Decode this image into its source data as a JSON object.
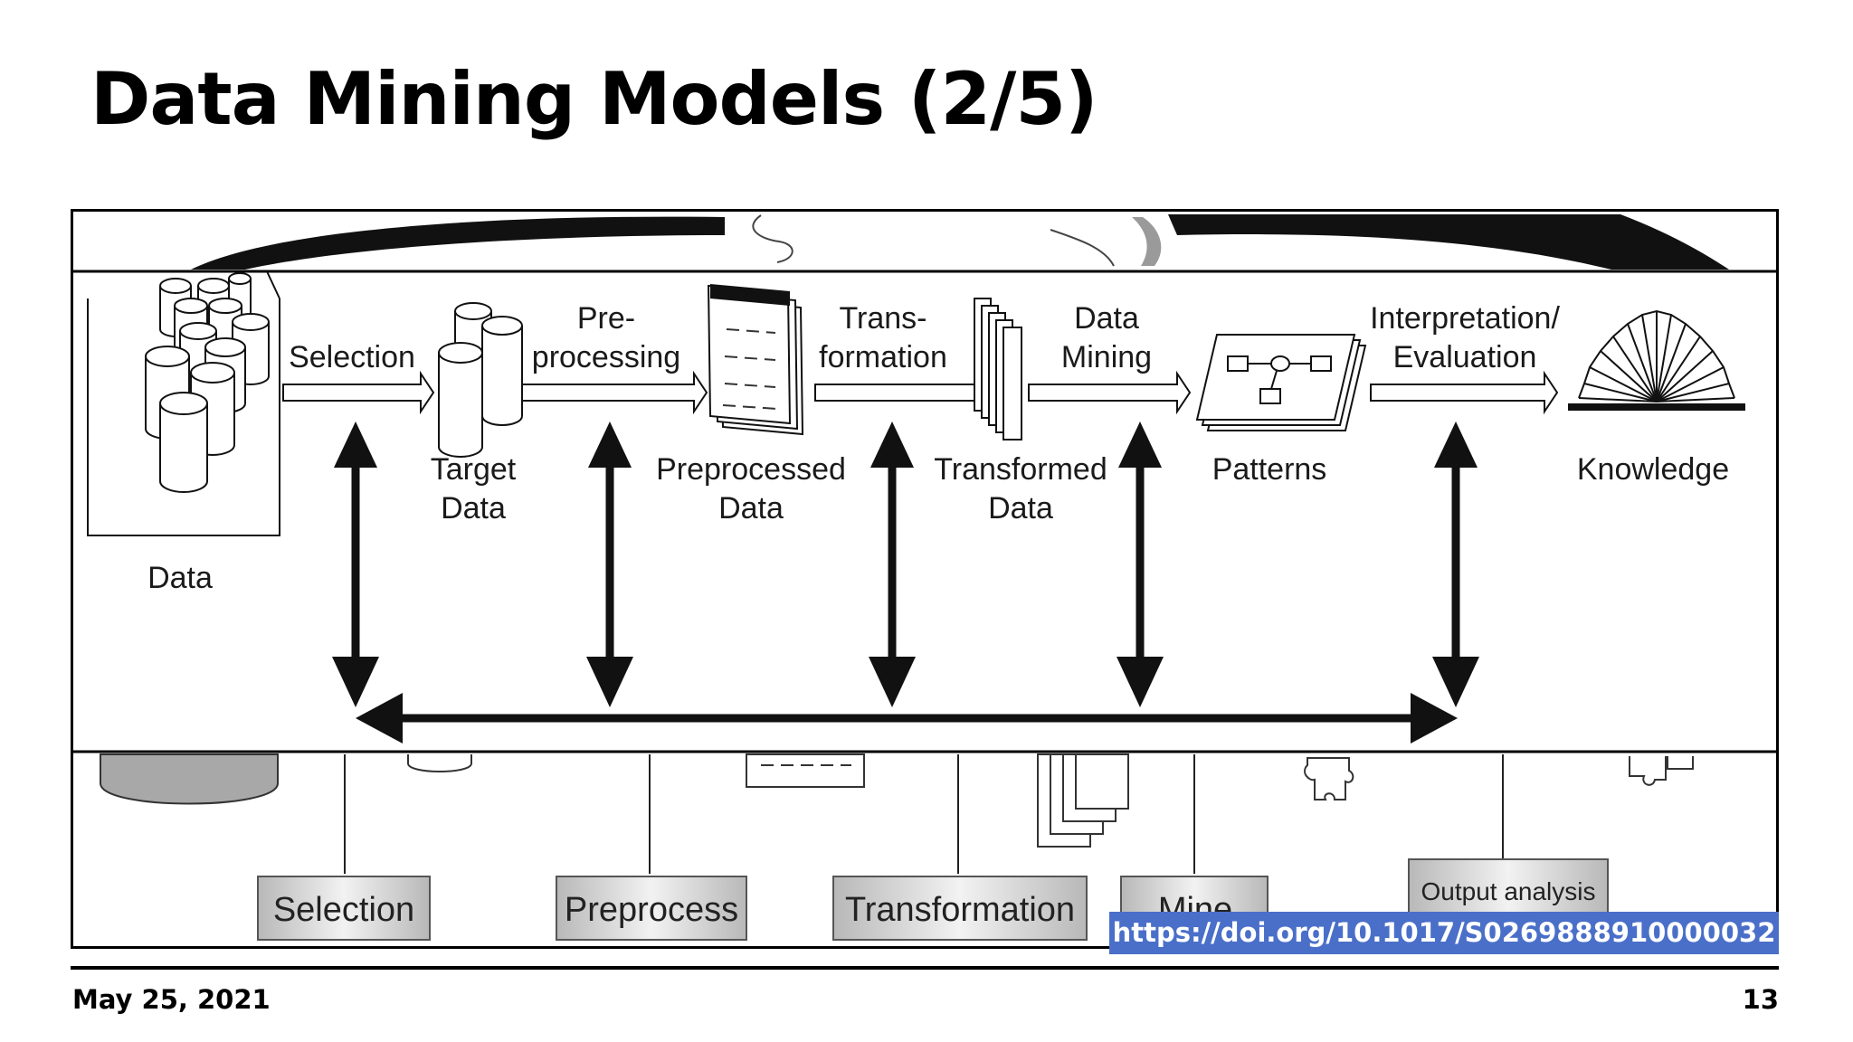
{
  "slide": {
    "title": "Data Mining Models (2/5)",
    "date": "May 25, 2021",
    "page_number": "13",
    "citation_link": "https://doi.org/10.1017/S0269888910000032"
  },
  "diagram": {
    "stages": [
      {
        "label_line1": "",
        "label_line2": "Data"
      },
      {
        "label_line1": "Target",
        "label_line2": "Data"
      },
      {
        "label_line1": "Preprocessed",
        "label_line2": "Data"
      },
      {
        "label_line1": "Transformed",
        "label_line2": "Data"
      },
      {
        "label_line1": "",
        "label_line2": "Patterns"
      },
      {
        "label_line1": "",
        "label_line2": "Knowledge"
      }
    ],
    "steps": [
      {
        "line1": "",
        "line2": "Selection"
      },
      {
        "line1": "Pre-",
        "line2": "processing"
      },
      {
        "line1": "Trans-",
        "line2": "formation"
      },
      {
        "line1": "Data",
        "line2": "Mining"
      },
      {
        "line1": "Interpretation/",
        "line2": "Evaluation"
      }
    ],
    "lower_buttons": [
      "Selection",
      "Preprocess",
      "Transformation",
      "Mine",
      "Output analysis"
    ]
  }
}
